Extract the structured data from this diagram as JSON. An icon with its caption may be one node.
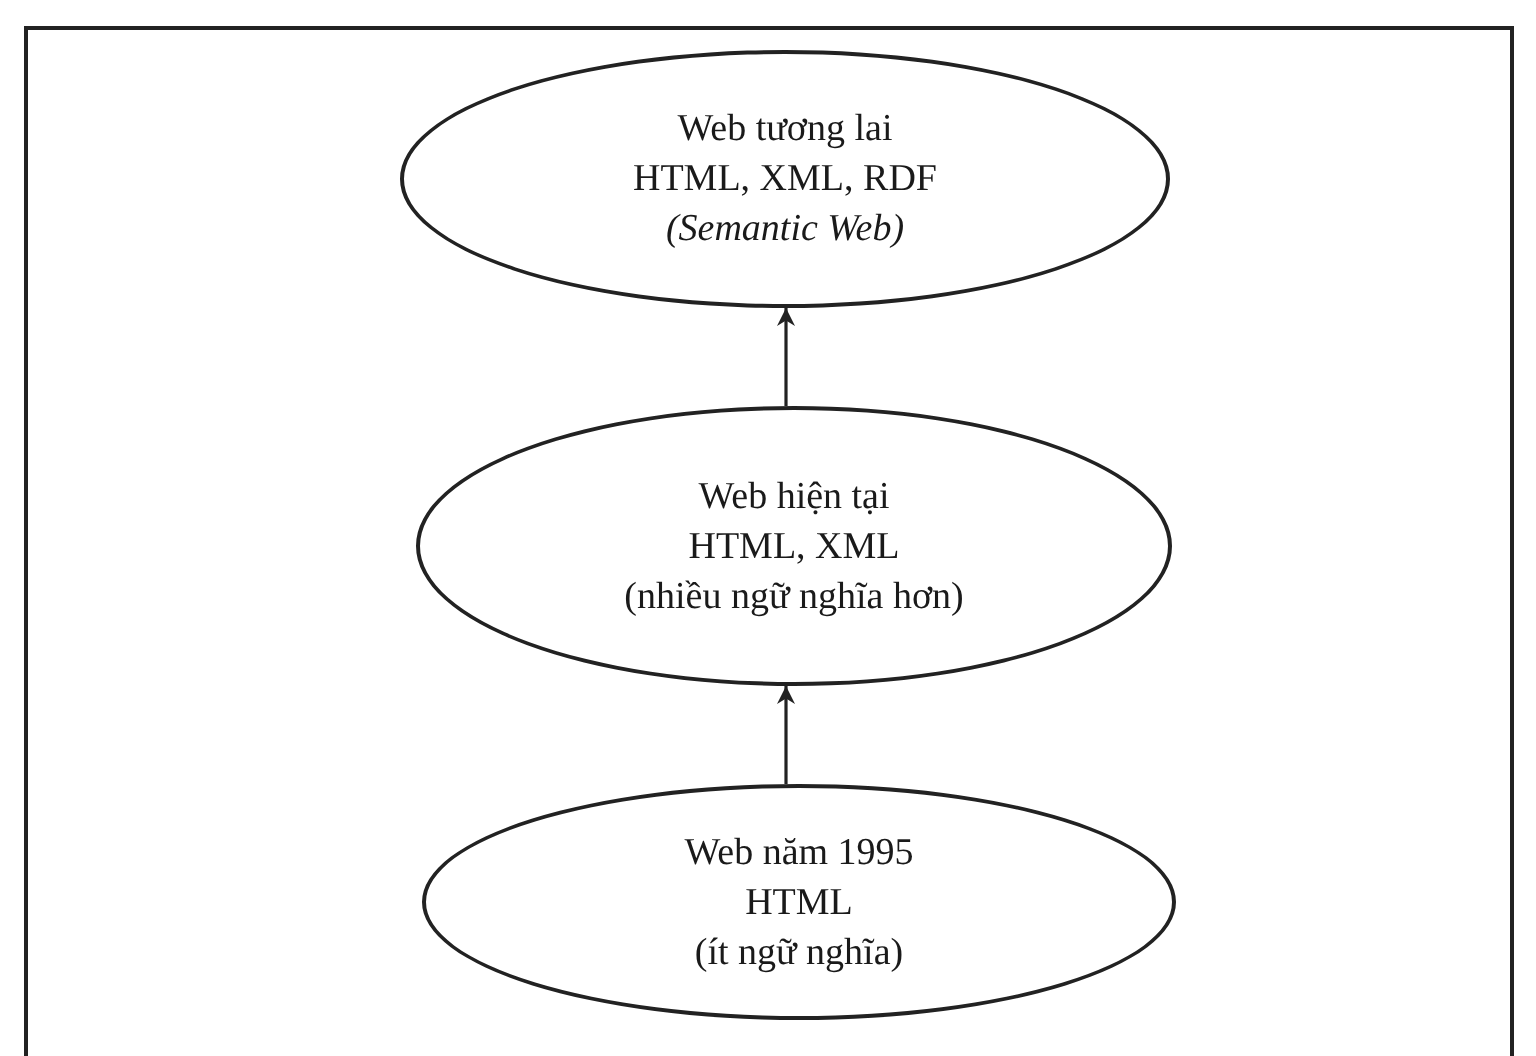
{
  "diagram": {
    "nodes": [
      {
        "text": [
          "Web tương lai",
          "HTML, XML, RDF",
          "*(Semantic Web)*"
        ]
      },
      {
        "text": [
          "Web hiện tại",
          "HTML, XML",
          "(nhiều ngữ nghĩa hơn)"
        ]
      },
      {
        "text": [
          "Web năm 1995",
          "HTML",
          "(ít ngữ nghĩa)"
        ]
      }
    ],
    "edges": [
      {
        "from": 2,
        "to": 1,
        "arrow": "to"
      },
      {
        "from": 1,
        "to": 0,
        "arrow": "to"
      }
    ]
  }
}
